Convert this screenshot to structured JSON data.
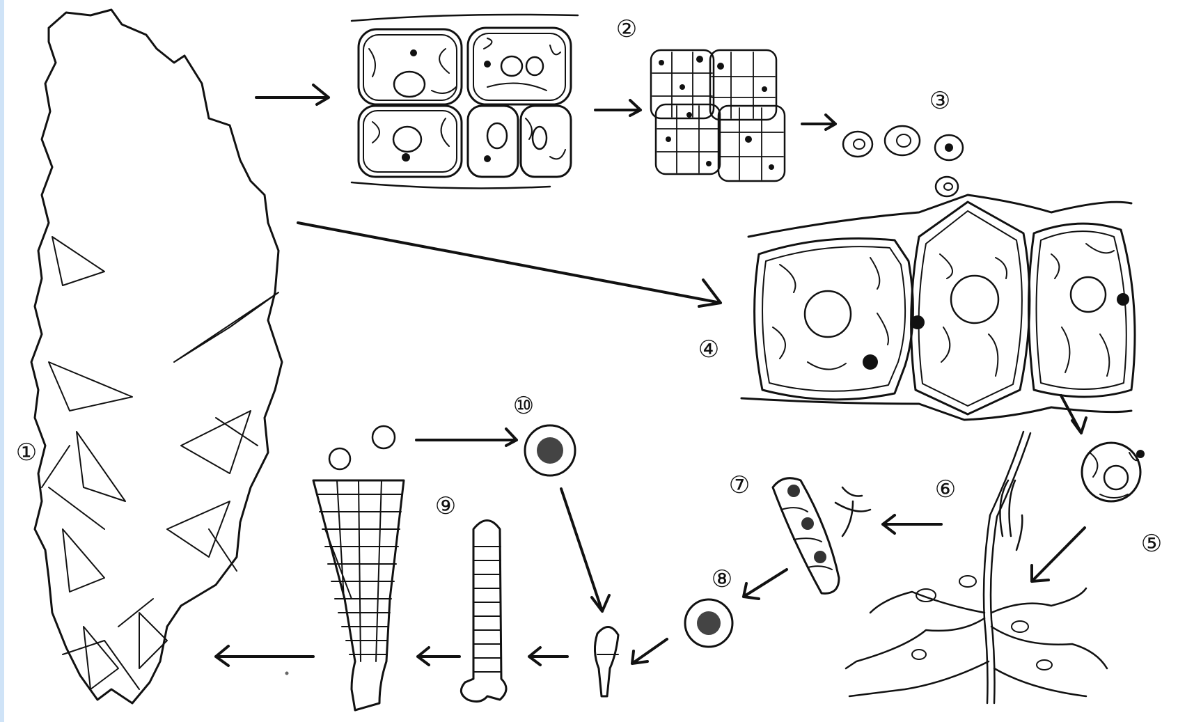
{
  "figure": {
    "labels": {
      "stage_1": "①",
      "stage_2": "②",
      "stage_3": "③",
      "stage_4": "④",
      "stage_5": "⑤",
      "stage_6": "⑥",
      "stage_7": "⑦",
      "stage_8": "⑧",
      "stage_9": "⑨",
      "stage_10": "⑩"
    }
  },
  "colors": {
    "ink": "#111111",
    "paper": "#ffffff",
    "frame_strip": "#cfe3f7"
  }
}
